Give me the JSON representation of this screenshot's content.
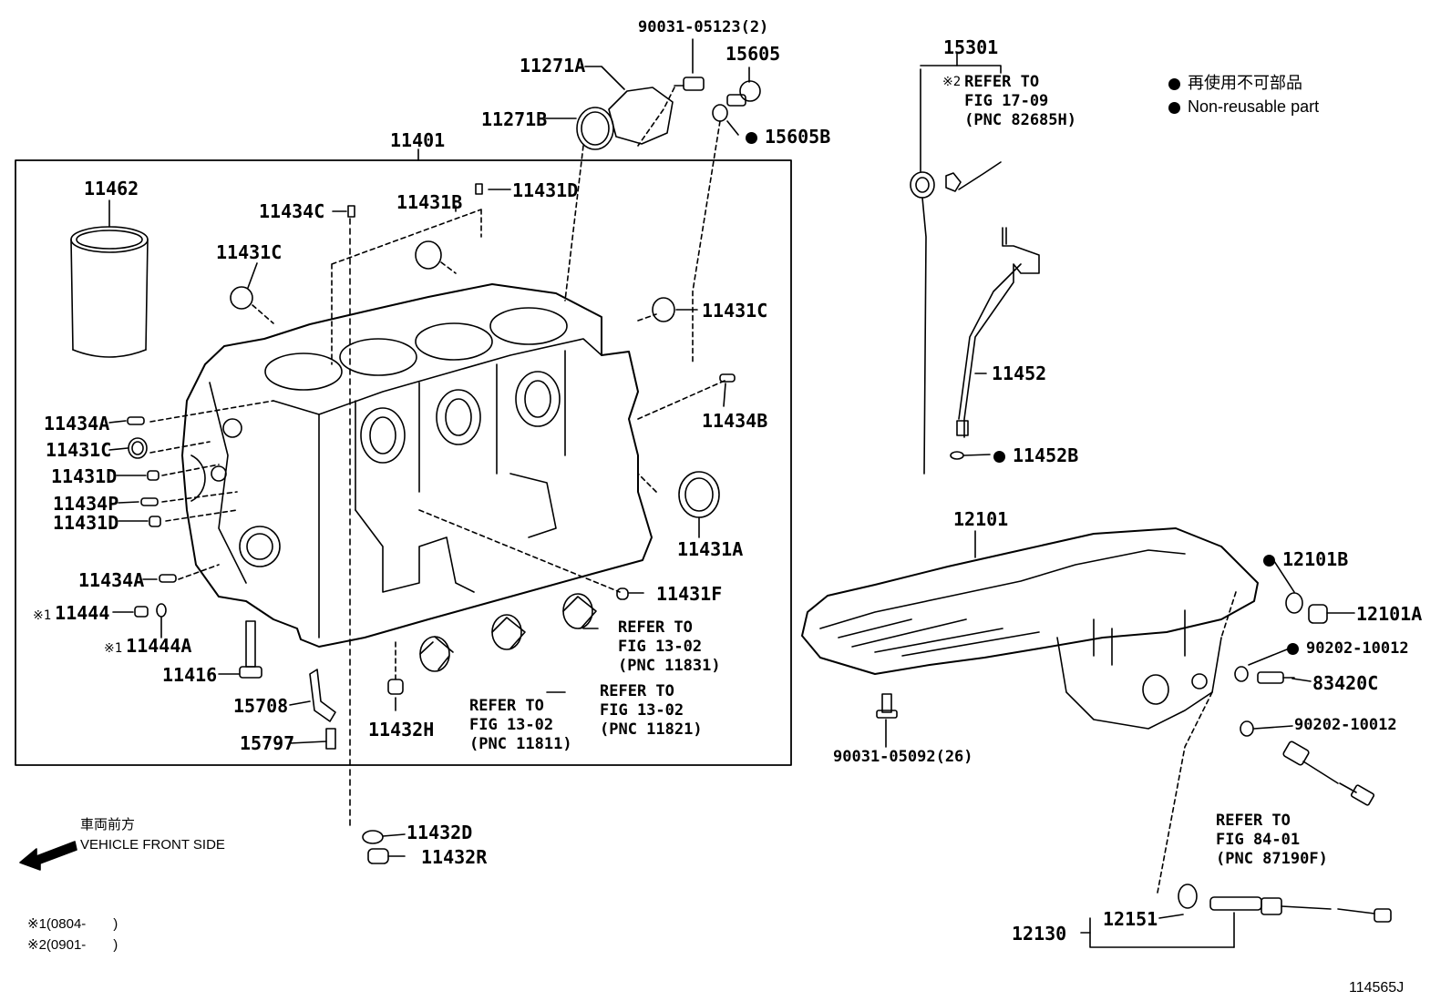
{
  "diagram_id": "114565J",
  "legend": {
    "non_reusable_jp": "再使用不可部品",
    "non_reusable_en": "Non-reusable part"
  },
  "front_side": {
    "jp": "車両前方",
    "en": "VEHICLE FRONT SIDE"
  },
  "footnotes": [
    {
      "mark": "※1",
      "text": "(0804-　　)"
    },
    {
      "mark": "※2",
      "text": "(0901-　　)"
    }
  ],
  "parts": {
    "p90031_05123": "90031-05123(2)",
    "p11271A": "11271A",
    "p15605": "15605",
    "p11271B": "11271B",
    "p15605B": "15605B",
    "p11401": "11401",
    "p11462": "11462",
    "p11434C": "11434C",
    "p11431B": "11431B",
    "p11431D_top": "11431D",
    "p11431C_left": "11431C",
    "p11431C_right": "11431C",
    "p11434A_1": "11434A",
    "p11431C_side": "11431C",
    "p11431D_1": "11431D",
    "p11434P": "11434P",
    "p11431D_2": "11431D",
    "p11434B": "11434B",
    "p11431A": "11431A",
    "p11434A_2": "11434A",
    "p11431F": "11431F",
    "p11444": "11444",
    "p11444A": "11444A",
    "p11416": "11416",
    "p15708": "15708",
    "p15797": "15797",
    "p11432H": "11432H",
    "p11432D": "11432D",
    "p11432R": "11432R",
    "p15301": "15301",
    "p11452": "11452",
    "p11452B": "11452B",
    "p12101": "12101",
    "p12101B": "12101B",
    "p12101A": "12101A",
    "p90202_10012_a": "90202-10012",
    "p83420C": "83420C",
    "p90202_10012_b": "90202-10012",
    "p90031_05092": "90031-05092(26)",
    "p12151": "12151",
    "p12130": "12130"
  },
  "marks": {
    "m1": "※1",
    "m2": "※2"
  },
  "refs": {
    "r11831": "REFER TO\nFIG 13-02\n(PNC 11831)",
    "r11821": "REFER TO\nFIG 13-02\n(PNC 11821)",
    "r11811": "REFER TO\nFIG 13-02\n(PNC 11811)",
    "r82685H": "REFER TO\nFIG 17-09\n(PNC 82685H)",
    "r87190F": "REFER TO\nFIG 84-01\n(PNC 87190F)"
  }
}
